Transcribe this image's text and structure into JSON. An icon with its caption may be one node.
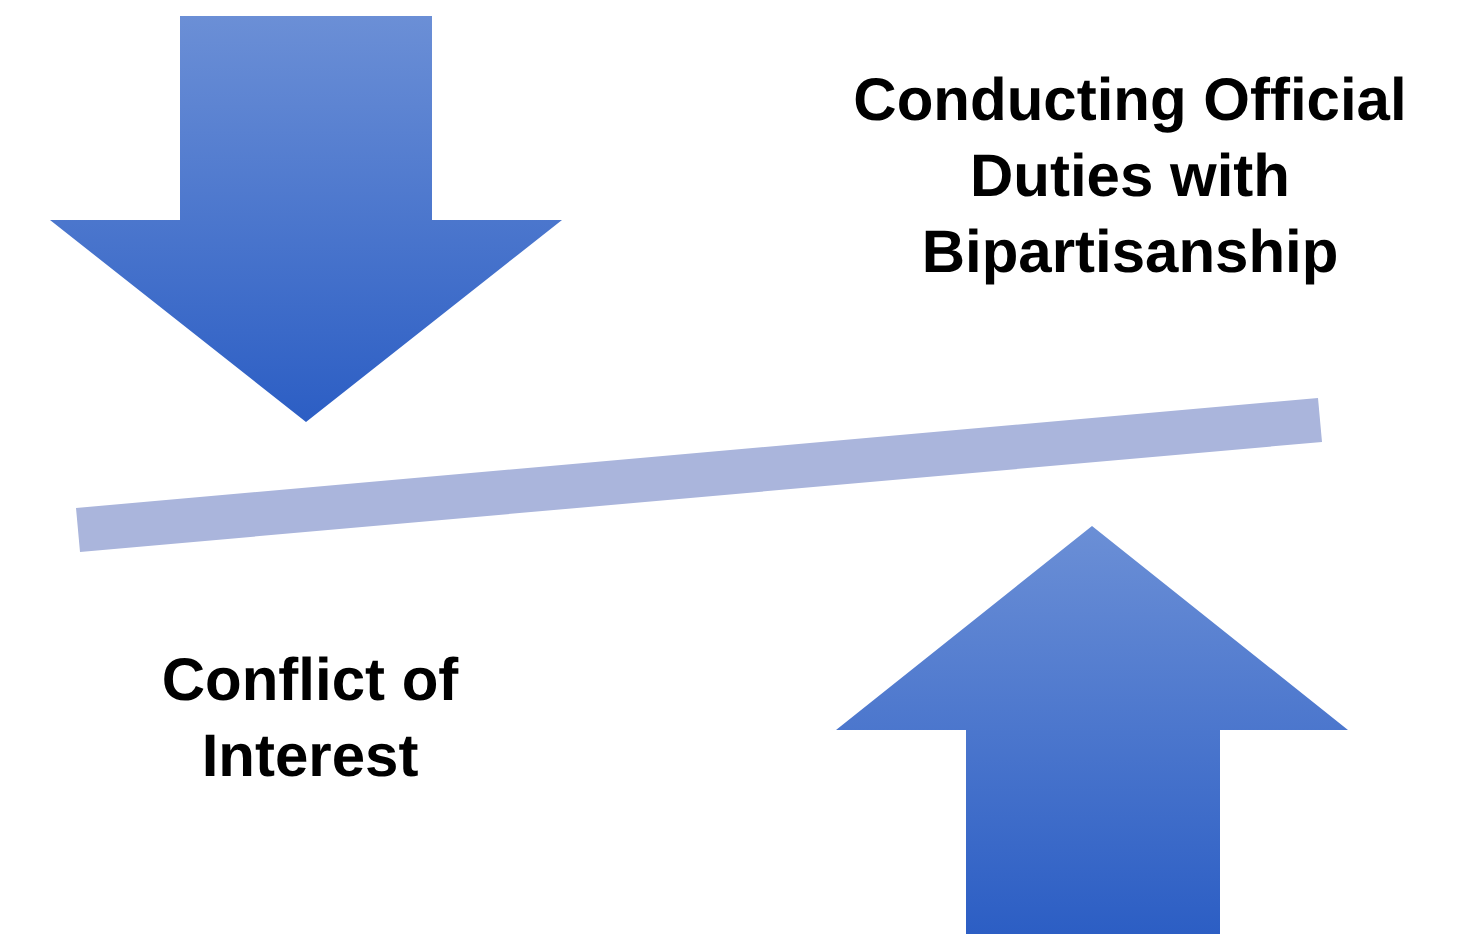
{
  "diagram": {
    "nodes": [
      {
        "text": [],
        "shape": "bar"
      }
    ],
    "labels": [
      "Conducting Official Duties with Bipartisanship",
      "Conflict of Interest"
    ]
  }
}
